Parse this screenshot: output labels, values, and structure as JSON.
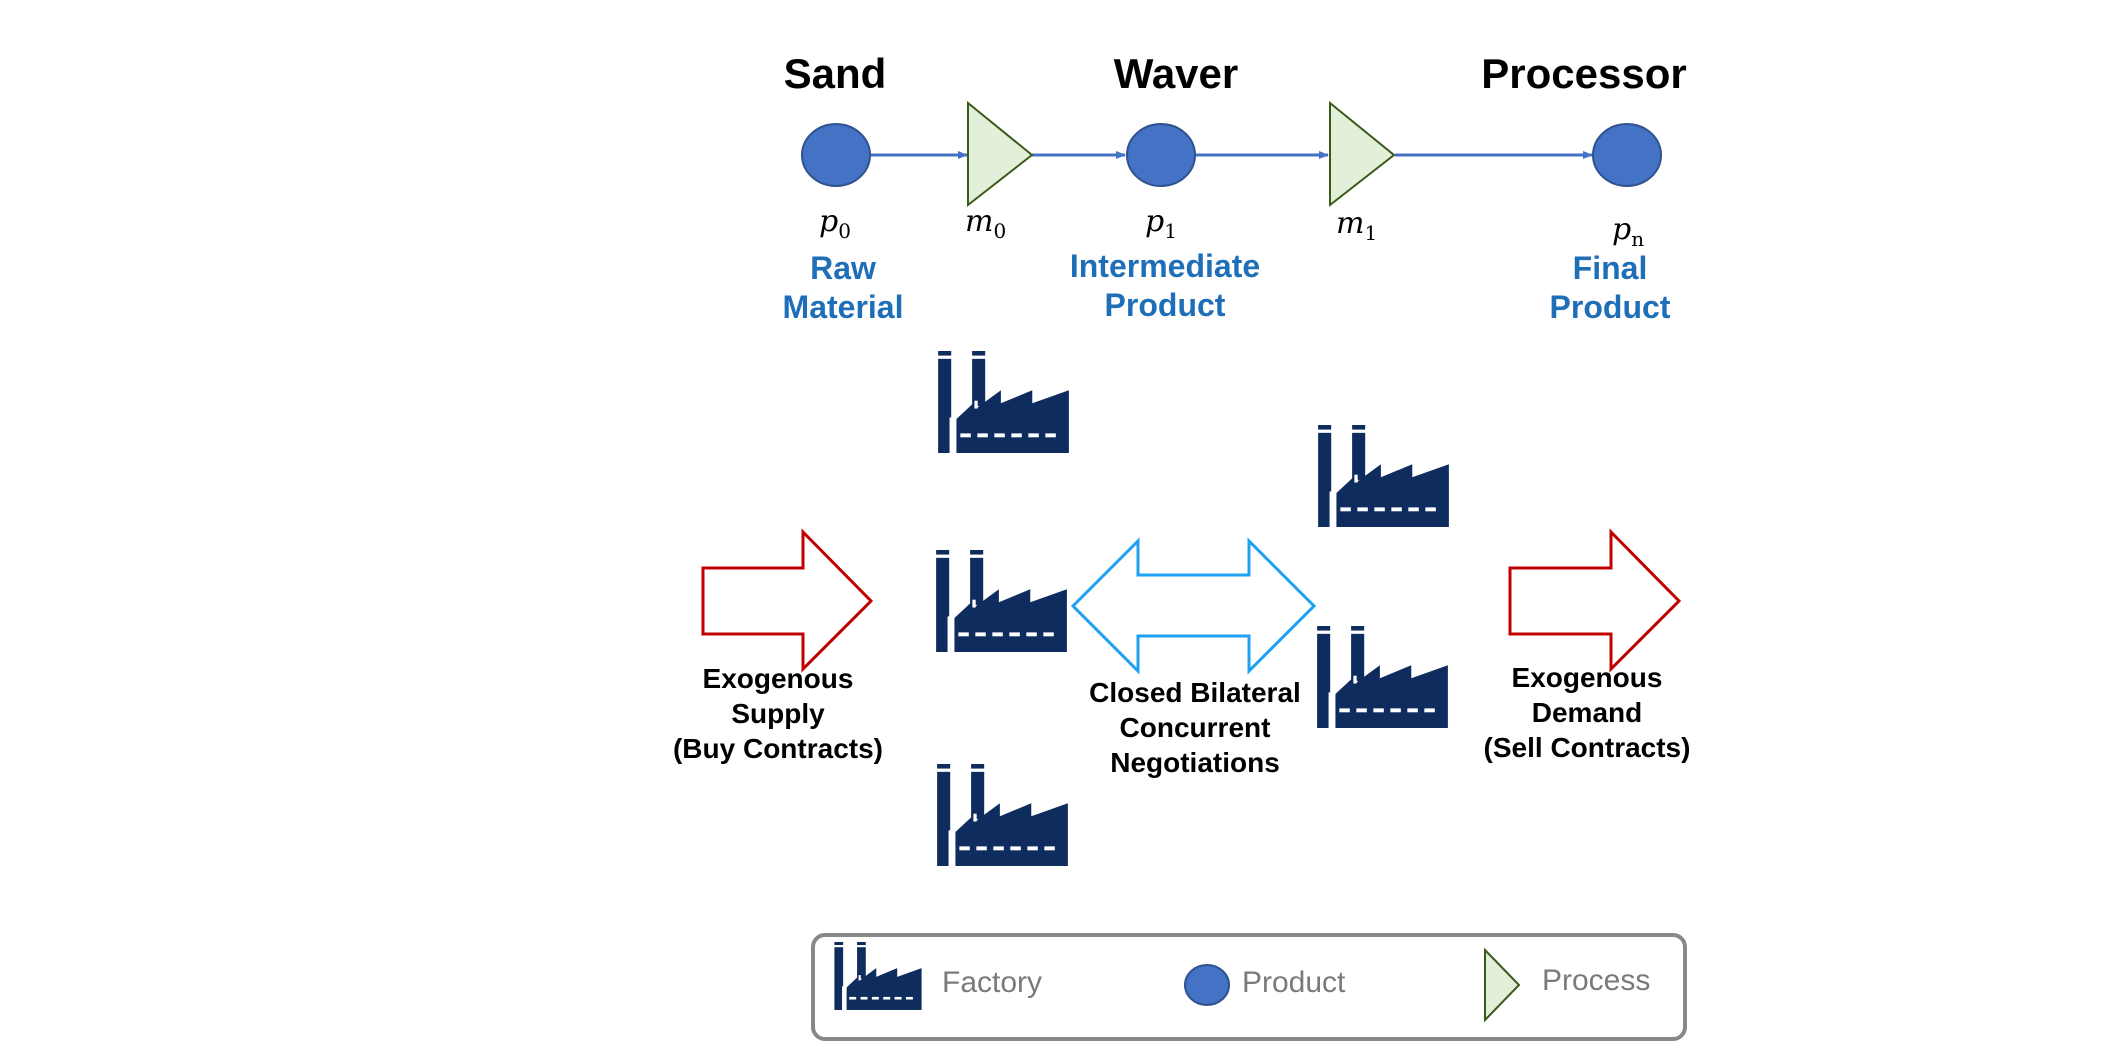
{
  "colors": {
    "product": "#4472c4",
    "process_fill": "#e2f0d9",
    "process_stroke": "#3a5a1a",
    "flow_arrow": "#4472c4",
    "factory": "#0e2d5e",
    "exogenous_arrow": "#c00000",
    "negotiation_arrow": "#1ea1f2",
    "blue_text": "#1f6fb8"
  },
  "chain": {
    "titles": {
      "sand": "Sand",
      "waver": "Waver",
      "processor": "Processor"
    },
    "nodes": {
      "p0": {
        "base": "p",
        "sub": "0"
      },
      "m0": {
        "base": "m",
        "sub": "0"
      },
      "p1": {
        "base": "p",
        "sub": "1"
      },
      "m1": {
        "base": "m",
        "sub": "1"
      },
      "pn": {
        "base": "p",
        "sub": "n"
      }
    },
    "labels": {
      "raw": [
        "Raw",
        "Material"
      ],
      "intermediate": [
        "Intermediate",
        "Product"
      ],
      "final": [
        "Final",
        "Product"
      ]
    }
  },
  "market": {
    "supply": [
      "Exogenous",
      "Supply",
      "(Buy Contracts)"
    ],
    "negotiations": [
      "Closed Bilateral",
      "Concurrent",
      "Negotiations"
    ],
    "demand": [
      "Exogenous",
      "Demand",
      "(Sell Contracts)"
    ]
  },
  "legend": {
    "factory": "Factory",
    "product": "Product",
    "process": "Process"
  }
}
